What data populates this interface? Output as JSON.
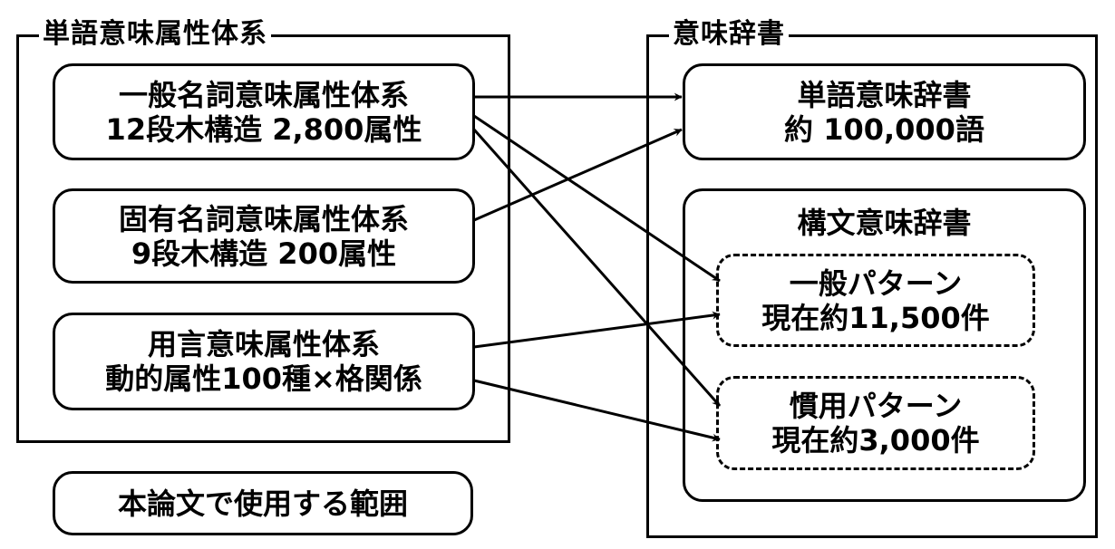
{
  "left_group": {
    "title": "単語意味属性体系",
    "boxes": [
      {
        "line1": "一般名詞意味属性体系",
        "line2": "12段木構造 2,800属性"
      },
      {
        "line1": "固有名詞意味属性体系",
        "line2": "9段木構造 200属性"
      },
      {
        "line1": "用言意味属性体系",
        "line2": "動的属性100種×格関係"
      }
    ]
  },
  "legend": {
    "label": "本論文で使用する範囲"
  },
  "right_group": {
    "title": "意味辞書",
    "word_dict": {
      "line1": "単語意味辞書",
      "line2": "約 100,000語"
    },
    "syntax_dict": {
      "title": "構文意味辞書",
      "patterns": [
        {
          "line1": "一般パターン",
          "line2": "現在約11,500件"
        },
        {
          "line1": "慣用パターン",
          "line2": "現在約3,000件"
        }
      ]
    }
  },
  "connections": [
    {
      "from": "一般名詞意味属性体系",
      "to": "単語意味辞書"
    },
    {
      "from": "一般名詞意味属性体系",
      "to": "一般パターン"
    },
    {
      "from": "一般名詞意味属性体系",
      "to": "慣用パターン"
    },
    {
      "from": "固有名詞意味属性体系",
      "to": "単語意味辞書"
    },
    {
      "from": "用言意味属性体系",
      "to": "一般パターン"
    },
    {
      "from": "用言意味属性体系",
      "to": "慣用パターン"
    }
  ]
}
